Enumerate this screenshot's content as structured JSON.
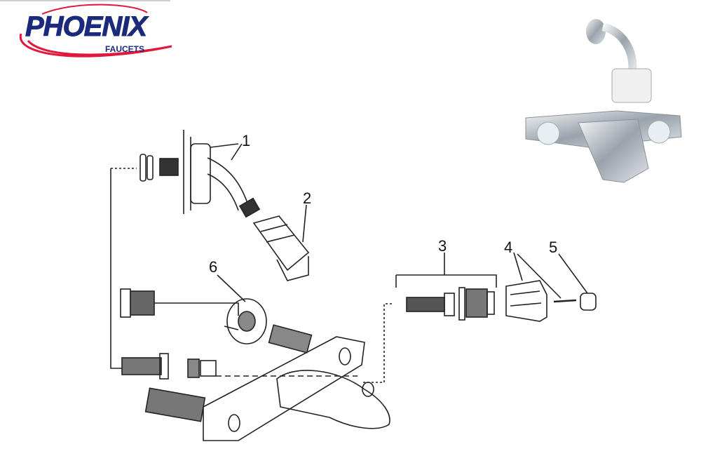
{
  "brand": {
    "name": "PHOENIX",
    "tagline": "FAUCETS",
    "colors": {
      "primary": "#1b2a7a",
      "accent": "#e0183c"
    }
  },
  "callouts": [
    {
      "label": "1"
    },
    {
      "label": "2"
    },
    {
      "label": "3"
    },
    {
      "label": "4"
    },
    {
      "label": "5"
    },
    {
      "label": "6"
    }
  ]
}
